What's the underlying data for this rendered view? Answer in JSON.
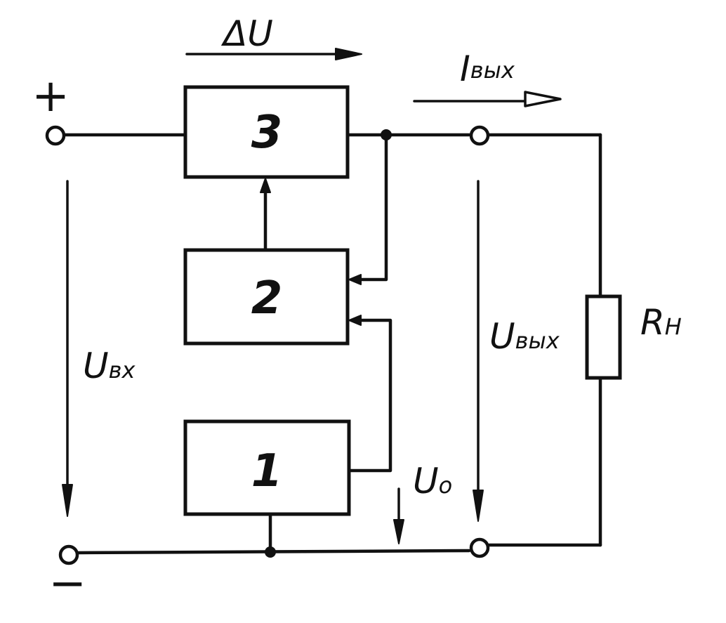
{
  "diagram": {
    "blocks": [
      {
        "id": "block-3",
        "label": "3"
      },
      {
        "id": "block-2",
        "label": "2"
      },
      {
        "id": "block-1",
        "label": "1"
      }
    ],
    "labels": {
      "delta_u": "ΔU",
      "i_out_main": "I",
      "i_out_sub": "вых",
      "u_in_main": "U",
      "u_in_sub": "вх",
      "u_out_main": "U",
      "u_out_sub": "вых",
      "u_ref_main": "U",
      "u_ref_sub": "o",
      "r_load_main": "R",
      "r_load_sub": "Н",
      "plus": "+",
      "minus": "−"
    }
  }
}
